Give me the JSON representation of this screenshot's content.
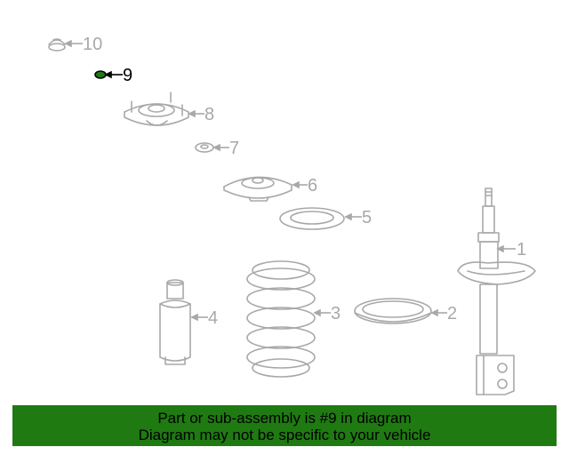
{
  "diagram": {
    "callouts": [
      "1",
      "2",
      "3",
      "4",
      "5",
      "6",
      "7",
      "8",
      "9",
      "10"
    ],
    "highlighted": "9",
    "colors": {
      "line": "#a8a8a8",
      "highlight": "#000000",
      "highlight_part": "#1f7a12"
    }
  },
  "banner": {
    "line1": "Part or sub-assembly is #9 in diagram",
    "line2": "Diagram may not be specific to your vehicle",
    "background": "#1f7a12"
  }
}
